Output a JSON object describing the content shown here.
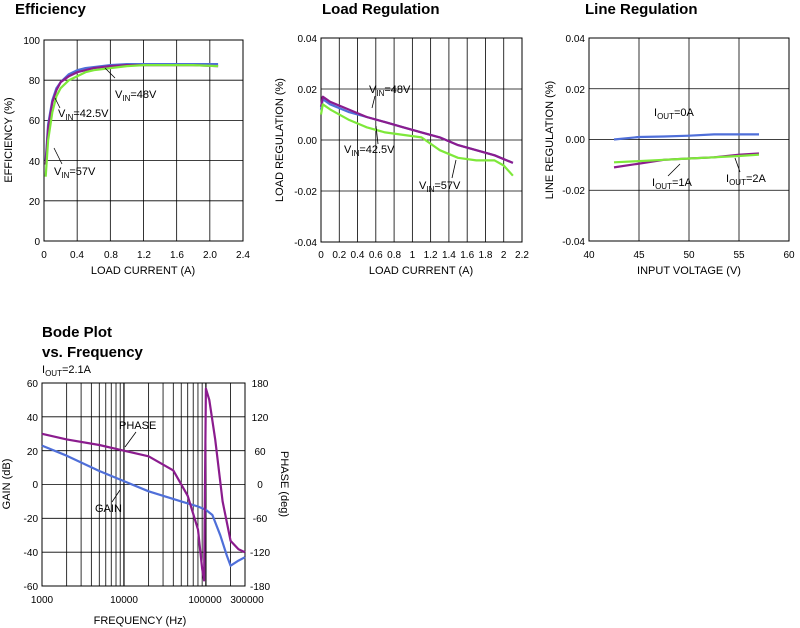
{
  "colors": {
    "series_purple": "#8B1C8E",
    "series_green": "#7EE83A",
    "series_blue": "#4F6FD9",
    "grid": "#000000"
  },
  "chart_data": [
    {
      "id": "efficiency",
      "type": "line",
      "title": "Efficiency",
      "xlabel": "LOAD CURRENT (A)",
      "ylabel": "EFFICIENCY (%)",
      "xlim": [
        0,
        2.4
      ],
      "ylim": [
        0,
        100
      ],
      "xticks": [
        "0",
        "0.4",
        "0.8",
        "1.2",
        "1.6",
        "2.0",
        "2.4"
      ],
      "yticks": [
        "0",
        "20",
        "40",
        "60",
        "80",
        "100"
      ],
      "grid": true,
      "series": [
        {
          "name": "VIN=48V",
          "color": "#4F6FD9",
          "x": [
            0.02,
            0.05,
            0.1,
            0.15,
            0.2,
            0.3,
            0.4,
            0.5,
            0.6,
            0.8,
            1.0,
            1.2,
            1.4,
            1.6,
            1.8,
            2.1
          ],
          "y": [
            40,
            58,
            70,
            76,
            79,
            83,
            85,
            86,
            86.5,
            87.5,
            88,
            88,
            88,
            88,
            88,
            88
          ]
        },
        {
          "name": "VIN=42.5V",
          "color": "#8B1C8E",
          "x": [
            0.02,
            0.05,
            0.1,
            0.15,
            0.2,
            0.3,
            0.4,
            0.5,
            0.6,
            0.8,
            1.0,
            1.2,
            1.4,
            1.6,
            1.8,
            2.1
          ],
          "y": [
            38,
            56,
            69,
            75,
            79,
            82,
            84,
            85,
            86,
            87,
            87.5,
            87.5,
            87.5,
            87.5,
            87.5,
            87
          ]
        },
        {
          "name": "VIN=57V",
          "color": "#7EE83A",
          "x": [
            0.02,
            0.05,
            0.1,
            0.15,
            0.2,
            0.3,
            0.4,
            0.5,
            0.6,
            0.8,
            1.0,
            1.2,
            1.4,
            1.6,
            1.8,
            2.1
          ],
          "y": [
            32,
            50,
            64,
            72,
            76,
            80,
            82,
            84,
            85,
            86,
            87,
            87.5,
            87.5,
            87.5,
            87.5,
            87
          ]
        }
      ],
      "annotations": [
        {
          "main": "V",
          "sub": "IN",
          "rest": "=48V"
        },
        {
          "main": "V",
          "sub": "IN",
          "rest": "=42.5V"
        },
        {
          "main": "V",
          "sub": "IN",
          "rest": "=57V"
        }
      ]
    },
    {
      "id": "load_regulation",
      "type": "line",
      "title": "Load Regulation",
      "xlabel": "LOAD CURRENT (A)",
      "ylabel": "LOAD REGULATION (%)",
      "xlim": [
        0,
        2.2
      ],
      "ylim": [
        -0.04,
        0.04
      ],
      "xticks": [
        "0",
        "0.2",
        "0.4",
        "0.6",
        "0.8",
        "1",
        "1.2",
        "1.4",
        "1.6",
        "1.8",
        "2",
        "2.2"
      ],
      "yticks": [
        "-0.04",
        "-0.02",
        "0.00",
        "0.02",
        "0.04"
      ],
      "grid": true,
      "series": [
        {
          "name": "VIN=48V",
          "color": "#4F6FD9",
          "x": [
            0,
            0.02,
            0.1,
            0.3,
            0.5,
            0.7,
            0.9,
            1.1,
            1.3,
            1.5,
            1.7,
            1.9,
            2.1
          ],
          "y": [
            0.012,
            0.016,
            0.014,
            0.011,
            0.009,
            0.007,
            0.005,
            0.003,
            0.001,
            -0.002,
            -0.004,
            -0.006,
            -0.009
          ]
        },
        {
          "name": "VIN=42.5V",
          "color": "#8B1C8E",
          "x": [
            0,
            0.02,
            0.1,
            0.3,
            0.5,
            0.7,
            0.9,
            1.1,
            1.3,
            1.5,
            1.7,
            1.9,
            2.1
          ],
          "y": [
            0.013,
            0.017,
            0.015,
            0.012,
            0.009,
            0.007,
            0.005,
            0.003,
            0.001,
            -0.002,
            -0.004,
            -0.006,
            -0.009
          ]
        },
        {
          "name": "VIN=57V",
          "color": "#7EE83A",
          "x": [
            0,
            0.02,
            0.1,
            0.3,
            0.5,
            0.7,
            0.9,
            1.1,
            1.3,
            1.5,
            1.7,
            1.9,
            2.0,
            2.1
          ],
          "y": [
            0.01,
            0.014,
            0.012,
            0.008,
            0.005,
            0.003,
            0.002,
            0.001,
            -0.004,
            -0.007,
            -0.008,
            -0.008,
            -0.01,
            -0.014
          ]
        }
      ],
      "annotations": [
        {
          "main": "V",
          "sub": "IN",
          "rest": "=48V"
        },
        {
          "main": "V",
          "sub": "IN",
          "rest": "=42.5V"
        },
        {
          "main": "V",
          "sub": "IN",
          "rest": "=57V"
        }
      ]
    },
    {
      "id": "line_regulation",
      "type": "line",
      "title": "Line Regulation",
      "xlabel": "INPUT VOLTAGE (V)",
      "ylabel": "LINE REGULATION (%)",
      "xlim": [
        40,
        60
      ],
      "ylim": [
        -0.04,
        0.04
      ],
      "xticks": [
        "40",
        "45",
        "50",
        "55",
        "60"
      ],
      "yticks": [
        "-0.04",
        "-0.02",
        "0.00",
        "0.02",
        "0.04"
      ],
      "grid": true,
      "series": [
        {
          "name": "IOUT=0A",
          "color": "#4F6FD9",
          "x": [
            42.5,
            45,
            47.5,
            50,
            52.5,
            55,
            57
          ],
          "y": [
            0.0,
            0.001,
            0.0012,
            0.0015,
            0.002,
            0.002,
            0.002
          ]
        },
        {
          "name": "IOUT=1A",
          "color": "#8B1C8E",
          "x": [
            42.5,
            45,
            47.5,
            50,
            52.5,
            55,
            57
          ],
          "y": [
            -0.011,
            -0.0095,
            -0.008,
            -0.0075,
            -0.007,
            -0.006,
            -0.0055
          ]
        },
        {
          "name": "IOUT=2A",
          "color": "#7EE83A",
          "x": [
            42.5,
            45,
            47.5,
            50,
            52.5,
            55,
            57
          ],
          "y": [
            -0.009,
            -0.0085,
            -0.008,
            -0.0075,
            -0.007,
            -0.0065,
            -0.006
          ]
        }
      ],
      "annotations": [
        {
          "main": "I",
          "sub": "OUT",
          "rest": "=0A"
        },
        {
          "main": "I",
          "sub": "OUT",
          "rest": "=1A"
        },
        {
          "main": "I",
          "sub": "OUT",
          "rest": "=2A"
        }
      ]
    },
    {
      "id": "bode",
      "type": "line",
      "title": "Bode Plot",
      "title2": "vs. Frequency",
      "subtitle": {
        "main": "I",
        "sub": "OUT",
        "rest": "=2.1A"
      },
      "xlabel": "FREQUENCY (Hz)",
      "ylabel": "GAIN (dB)",
      "ylabel2": "PHASE (deg)",
      "xscale": "log",
      "xlim": [
        1000,
        300000
      ],
      "ylim": [
        -60,
        60
      ],
      "y2lim": [
        -180,
        180
      ],
      "xticks": [
        "1000",
        "10000",
        "100000",
        "300000"
      ],
      "yticks": [
        "-60",
        "-40",
        "-20",
        "0",
        "20",
        "40",
        "60"
      ],
      "y2ticks": [
        "-180",
        "-120",
        "-60",
        "0",
        "60",
        "120",
        "180"
      ],
      "grid": true,
      "series": [
        {
          "name": "GAIN",
          "color": "#4F6FD9",
          "axis": "gain",
          "x": [
            1000,
            2000,
            5000,
            10000,
            20000,
            50000,
            80000,
            100000,
            120000,
            150000,
            180000,
            200000,
            250000,
            300000
          ],
          "y": [
            23,
            17,
            8,
            2,
            -4,
            -10,
            -13,
            -15,
            -18,
            -30,
            -42,
            -48,
            -45,
            -43
          ]
        },
        {
          "name": "PHASE",
          "color": "#8B1C8E",
          "axis": "phase",
          "x": [
            1000,
            2000,
            5000,
            10000,
            20000,
            40000,
            60000,
            80000,
            90000,
            95000,
            100000,
            110000,
            130000,
            160000,
            200000,
            250000,
            300000
          ],
          "y": [
            90,
            80,
            70,
            60,
            50,
            25,
            -20,
            -80,
            -150,
            -170,
            170,
            150,
            80,
            -30,
            -100,
            -115,
            -120
          ]
        }
      ],
      "annotations": [
        {
          "main": "PHASE"
        },
        {
          "main": "GAIN"
        }
      ]
    }
  ]
}
